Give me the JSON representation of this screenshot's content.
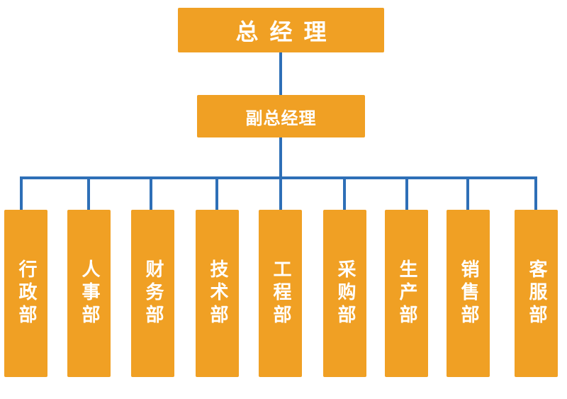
{
  "general_manager": {
    "label": "总经理"
  },
  "deputy_manager": {
    "label": "副总经理"
  },
  "departments": [
    {
      "label": "行政部"
    },
    {
      "label": "人事部"
    },
    {
      "label": "财务部"
    },
    {
      "label": "技术部"
    },
    {
      "label": "工程部"
    },
    {
      "label": "采购部"
    },
    {
      "label": "生产部"
    },
    {
      "label": "销售部"
    },
    {
      "label": "客服部"
    }
  ],
  "colors": {
    "box_fill": "#F0A024",
    "box_text": "#ffffff",
    "connector": "#2E6FB7"
  }
}
